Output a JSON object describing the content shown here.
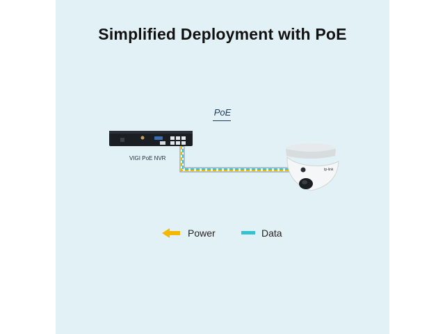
{
  "title": "Simplified Deployment with PoE",
  "poe_label": "PoE",
  "nvr_label": "VIGI PoE NVR",
  "camera_brand": "tp-link",
  "legend": {
    "power": {
      "label": "Power",
      "color": "#f5b800",
      "icon": "left-arrow-icon"
    },
    "data": {
      "label": "Data",
      "color": "#33c2cf",
      "icon": "dash-icon"
    }
  },
  "colors": {
    "background": "#e2f1f5",
    "cable_outline": "#7a8a99",
    "nvr_body": "#1b1f24",
    "camera_body": "#f4f6f7"
  }
}
